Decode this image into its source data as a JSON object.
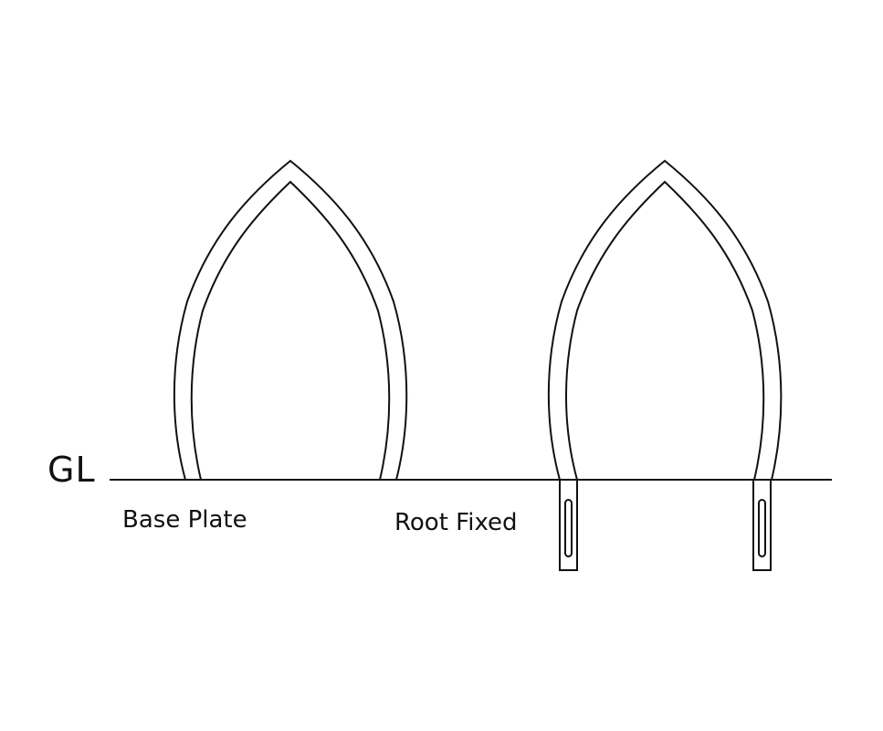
{
  "diagram": {
    "title": "",
    "ground_line_label": "GL",
    "arches": [
      {
        "id": "left",
        "label": "Base Plate",
        "foundation": "base-plate"
      },
      {
        "id": "right",
        "label": "Root Fixed",
        "foundation": "root-fixed-posts"
      }
    ],
    "colors": {
      "stroke": "#111111",
      "background": "#ffffff"
    }
  }
}
